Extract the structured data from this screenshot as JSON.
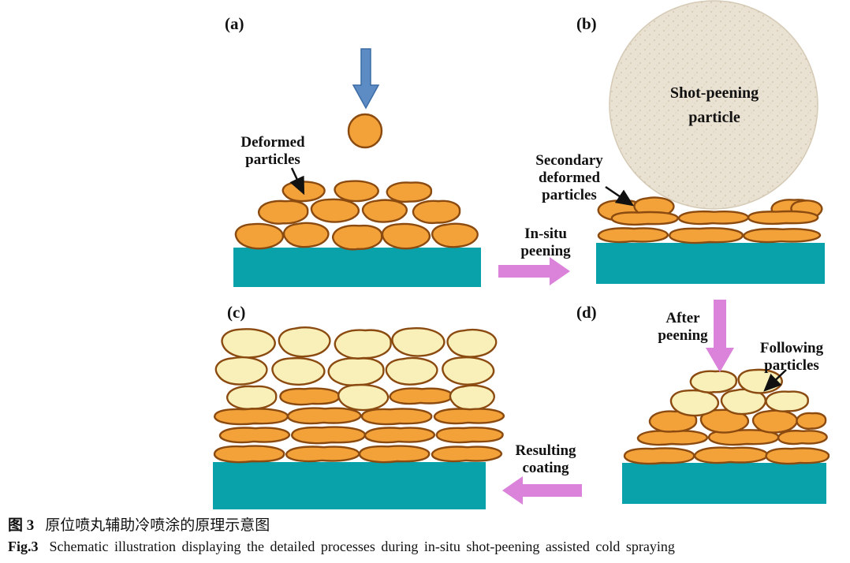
{
  "colors": {
    "particle_orange": "#f3a23a",
    "particle_outline": "#8a4a10",
    "particle_yellow": "#f8efb9",
    "substrate_teal": "#09a2aa",
    "arrow_pink": "#db82da",
    "arrow_blue": "#5d8bc4",
    "arrow_blue_outline": "#3c6ca6",
    "ball_fill": "#e9e1d2",
    "ball_speckle": "#cfc2aa",
    "text_black": "#111111"
  },
  "panels": {
    "a": {
      "letter": "(a)"
    },
    "b": {
      "letter": "(b)"
    },
    "c": {
      "letter": "(c)"
    },
    "d": {
      "letter": "(d)"
    }
  },
  "labels": {
    "deformed_particles": "Deformed\nparticles",
    "shot_peening_particle": "Shot-peening\nparticle",
    "secondary_deformed": "Secondary\ndeformed\nparticles",
    "in_situ_peening": "In-situ\npeening",
    "after_peening": "After\npeening",
    "following_particles": "Following\nparticles",
    "resulting_coating": "Resulting\ncoating"
  },
  "caption": {
    "zh_prefix": "图 3",
    "zh_text": "原位喷丸辅助冷喷涂的原理示意图",
    "en_prefix": "Fig.3",
    "en_text": "Schematic illustration displaying the detailed processes during in-situ shot-peening assisted cold spraying"
  }
}
